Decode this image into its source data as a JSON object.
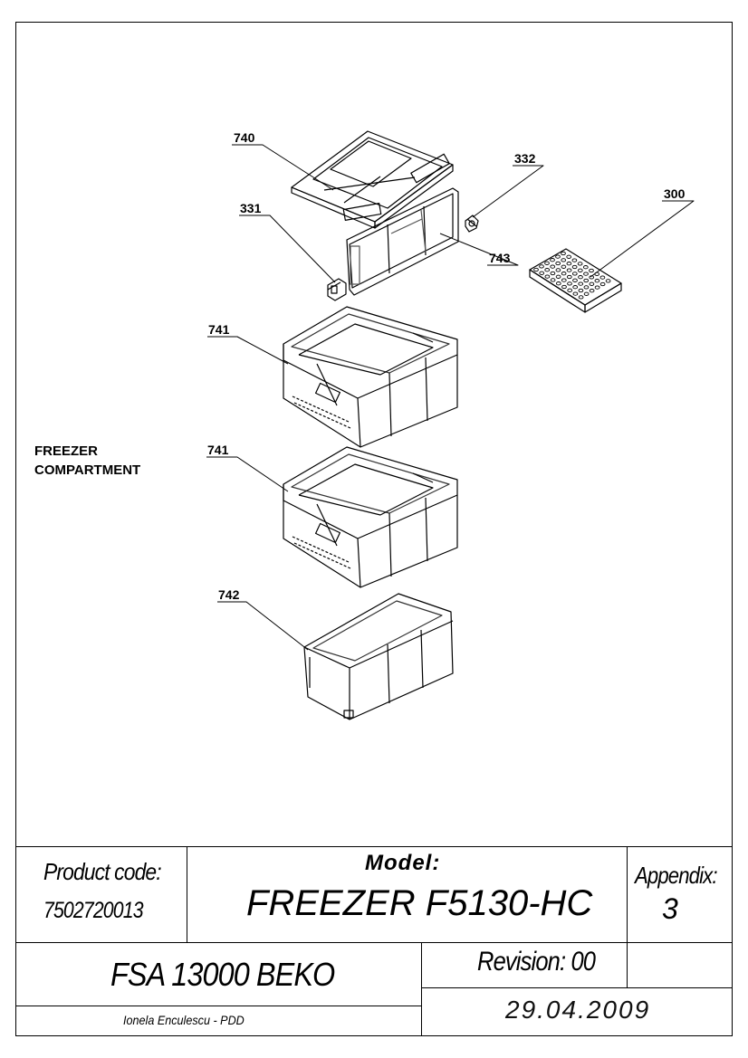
{
  "parts": {
    "p740": "740",
    "p332": "332",
    "p300": "300",
    "p331": "331",
    "p743": "743",
    "p741a": "741",
    "p741b": "741",
    "p742": "742"
  },
  "section_label": {
    "line1": "FREEZER",
    "line2": "COMPARTMENT"
  },
  "title_block": {
    "product_code_label": "Product code:",
    "product_code": "7502720013",
    "model_label": "Model:",
    "model": "FREEZER F5130-HC",
    "appendix_label": "Appendix:",
    "appendix": "3",
    "document": "FSA 13000 BEKO",
    "revision": "Revision: 00",
    "author": "Ionela Enculescu - PDD",
    "date": "29.04.2009"
  }
}
